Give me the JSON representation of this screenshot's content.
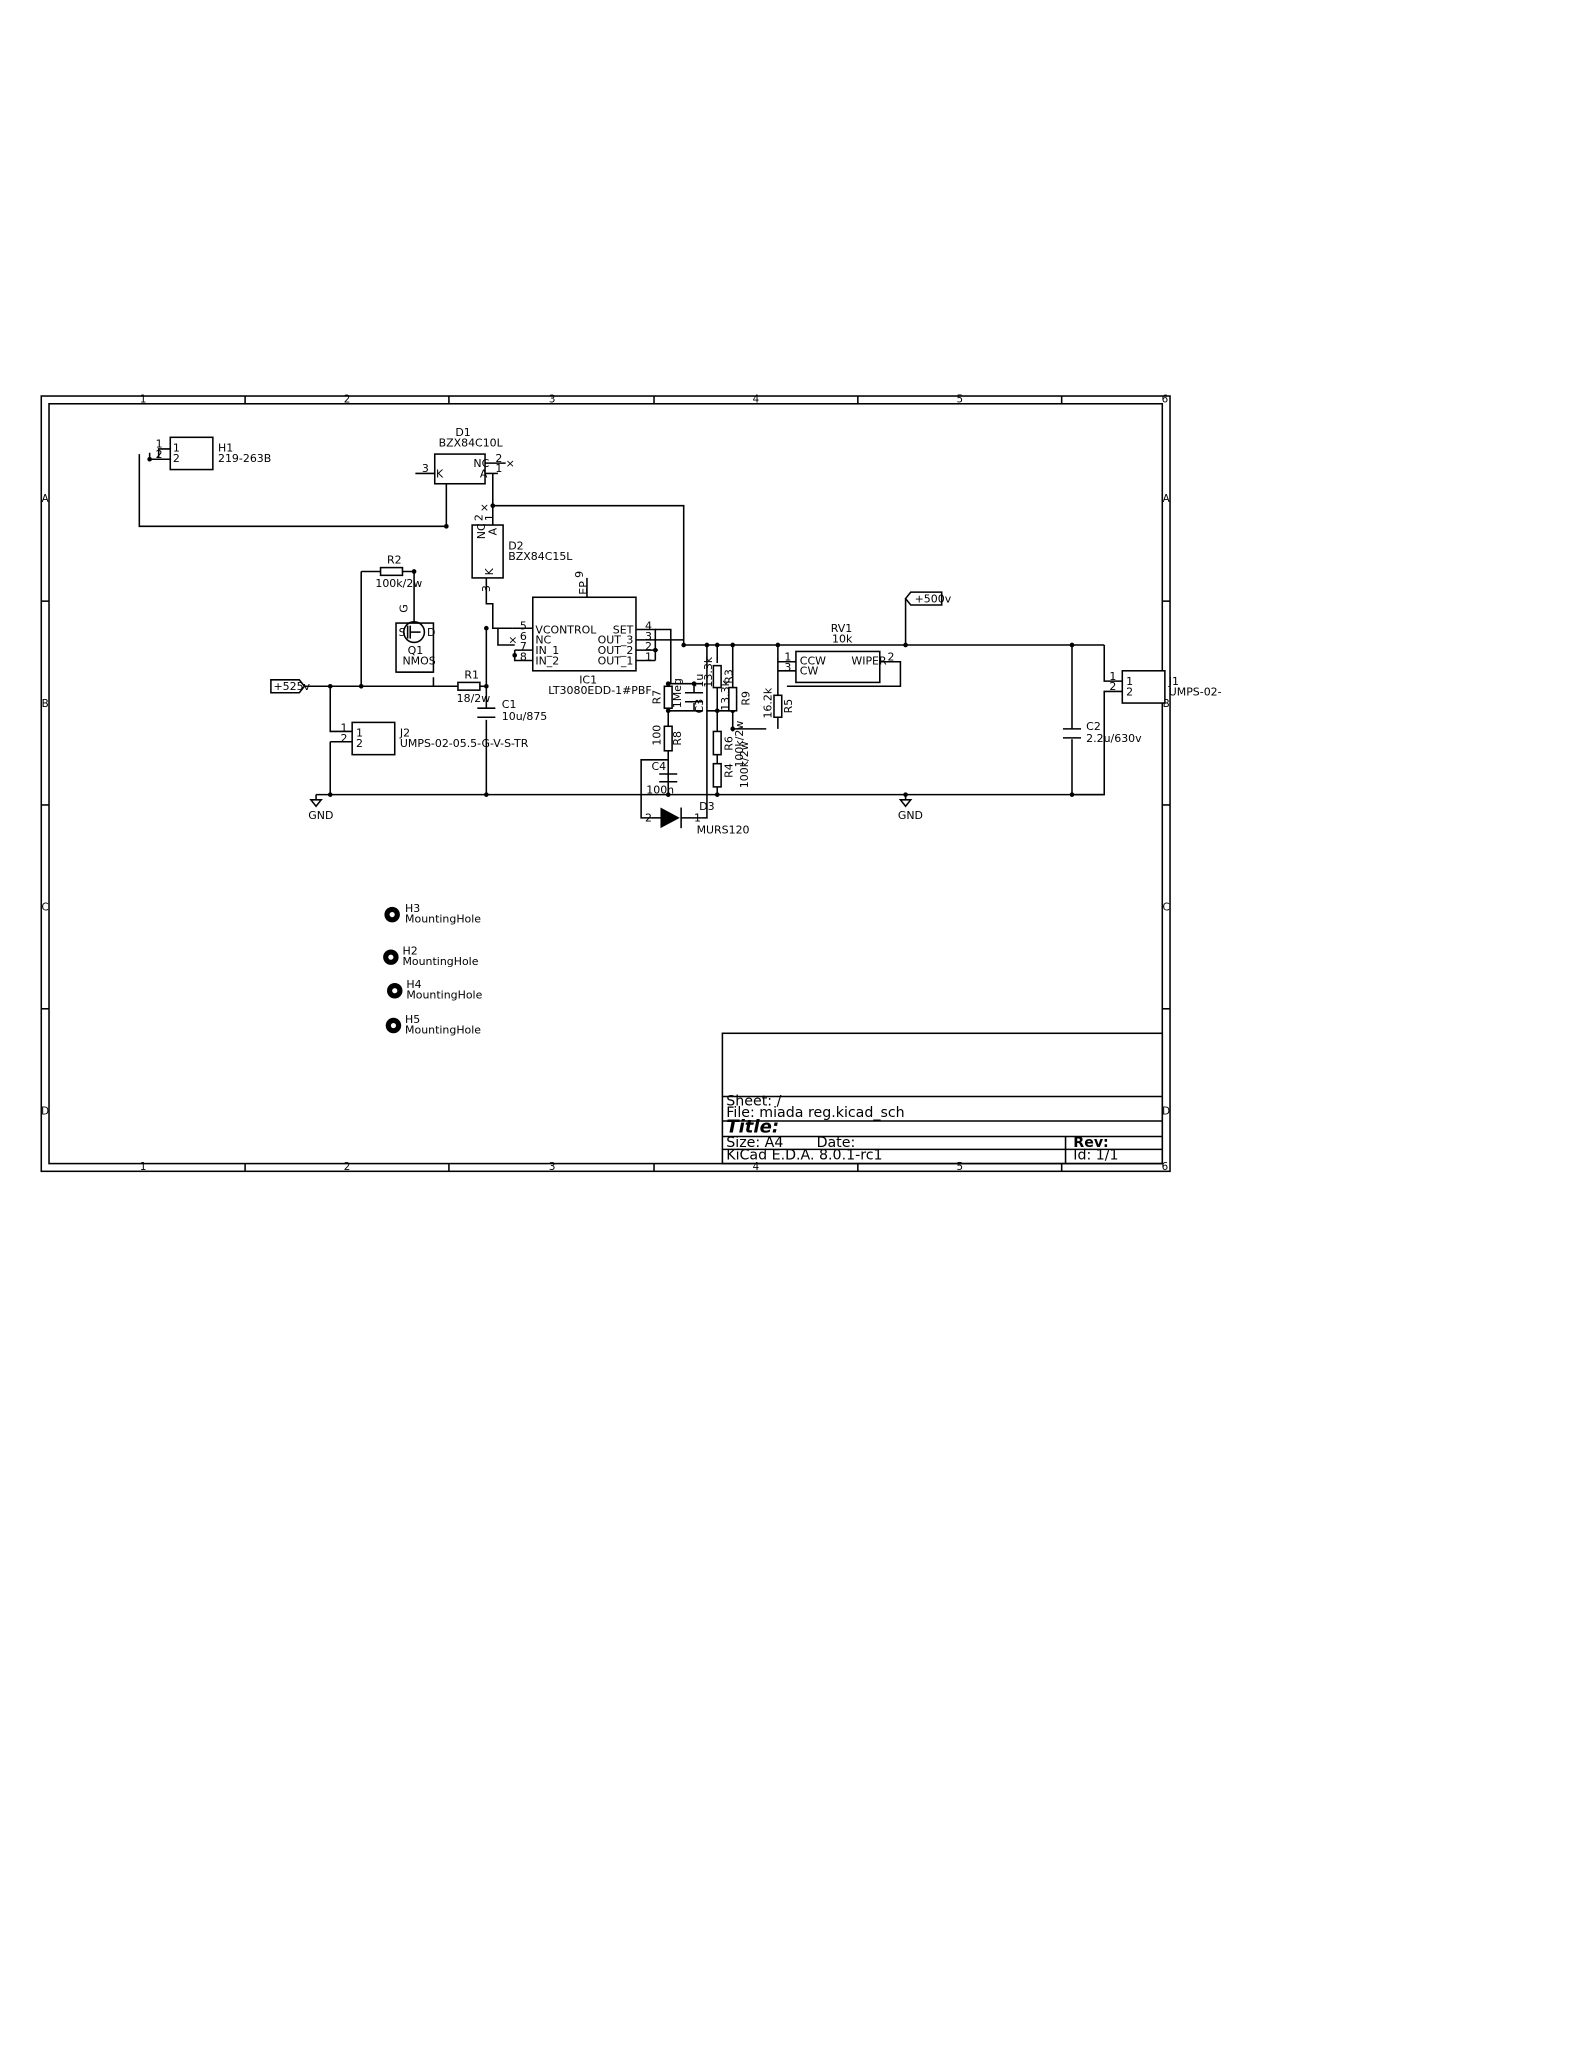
{
  "title_block": {
    "sheet": "Sheet: /",
    "file": "File: miada reg.kicad_sch",
    "title": "Title:",
    "size": "Size: A4",
    "date": "Date:",
    "rev": "Rev:",
    "tool": "KiCad E.D.A. 8.0.1-rc1",
    "id": "Id: 1/1"
  },
  "grid": {
    "columns": [
      "1",
      "2",
      "3",
      "4",
      "5",
      "6"
    ],
    "rows": [
      "A",
      "B",
      "C",
      "D"
    ]
  },
  "components": {
    "H1": {
      "ref": "H1",
      "value": "219-263B",
      "pins": [
        "1",
        "2"
      ]
    },
    "D1": {
      "ref": "D1",
      "value": "BZX84C10L",
      "pin_nc": "NC",
      "pin_k": "K",
      "pin_a": "A",
      "n3": "3",
      "n2": "2",
      "n1": "1"
    },
    "D2": {
      "ref": "D2",
      "value": "BZX84C15L",
      "pin_nc": "NC",
      "pin_a": "A",
      "pin_k": "K",
      "n2": "2",
      "n1": "1",
      "n3": "3"
    },
    "R2": {
      "ref": "R2",
      "value": "100k/2w"
    },
    "Q1": {
      "ref": "Q1",
      "value": "NMOS",
      "g": "G",
      "s": "S",
      "d": "D"
    },
    "R1": {
      "ref": "R1",
      "value": "18/2w"
    },
    "C1": {
      "ref": "C1",
      "value": "10u/875"
    },
    "J2": {
      "ref": "J2",
      "value": "UMPS-02-05.5-G-V-S-TR",
      "pins": [
        "1",
        "2"
      ]
    },
    "IC1": {
      "ref": "IC1",
      "value": "LT3080EDD-1#PBF",
      "ep": "EP",
      "ep_num": "9",
      "left_pins": [
        {
          "num": "5",
          "name": "VCONTROL"
        },
        {
          "num": "6",
          "name": "NC"
        },
        {
          "num": "7",
          "name": "IN_1"
        },
        {
          "num": "8",
          "name": "IN_2"
        }
      ],
      "right_pins": [
        {
          "num": "4",
          "name": "SET"
        },
        {
          "num": "3",
          "name": "OUT_3"
        },
        {
          "num": "2",
          "name": "OUT_2"
        },
        {
          "num": "1",
          "name": "OUT_1"
        }
      ]
    },
    "R7": {
      "ref": "R7",
      "value": "1Meg"
    },
    "C3": {
      "ref": "C3",
      "value": "1u"
    },
    "R3": {
      "ref": "R3",
      "value": "13.3k"
    },
    "R9": {
      "ref": "R9",
      "value": "13.3k"
    },
    "R5": {
      "ref": "R5",
      "value": "16.2k"
    },
    "R8": {
      "ref": "R8",
      "value": "100"
    },
    "C4": {
      "ref": "C4",
      "value": "100n"
    },
    "R6": {
      "ref": "R6",
      "value": "100k/2w"
    },
    "R4": {
      "ref": "R4",
      "value": "100k/2w"
    },
    "D3": {
      "ref": "D3",
      "value": "MURS120",
      "n2": "2",
      "n1": "1"
    },
    "RV1": {
      "ref": "RV1",
      "value": "10k",
      "ccw": "CCW",
      "cw": "CW",
      "wiper": "WIPER",
      "n1": "1",
      "n3": "3",
      "n2": "2"
    },
    "C2": {
      "ref": "C2",
      "value": "2.2u/630v"
    },
    "J1": {
      "ref": "J1",
      "value": "UMPS-02-",
      "pins": [
        "1",
        "2"
      ]
    },
    "H3": {
      "ref": "H3",
      "value": "MountingHole"
    },
    "H2": {
      "ref": "H2",
      "value": "MountingHole"
    },
    "H4": {
      "ref": "H4",
      "value": "MountingHole"
    },
    "H5": {
      "ref": "H5",
      "value": "MountingHole"
    }
  },
  "labels": {
    "p525": "+525v",
    "p500": "+500v",
    "gnd": "GND"
  }
}
